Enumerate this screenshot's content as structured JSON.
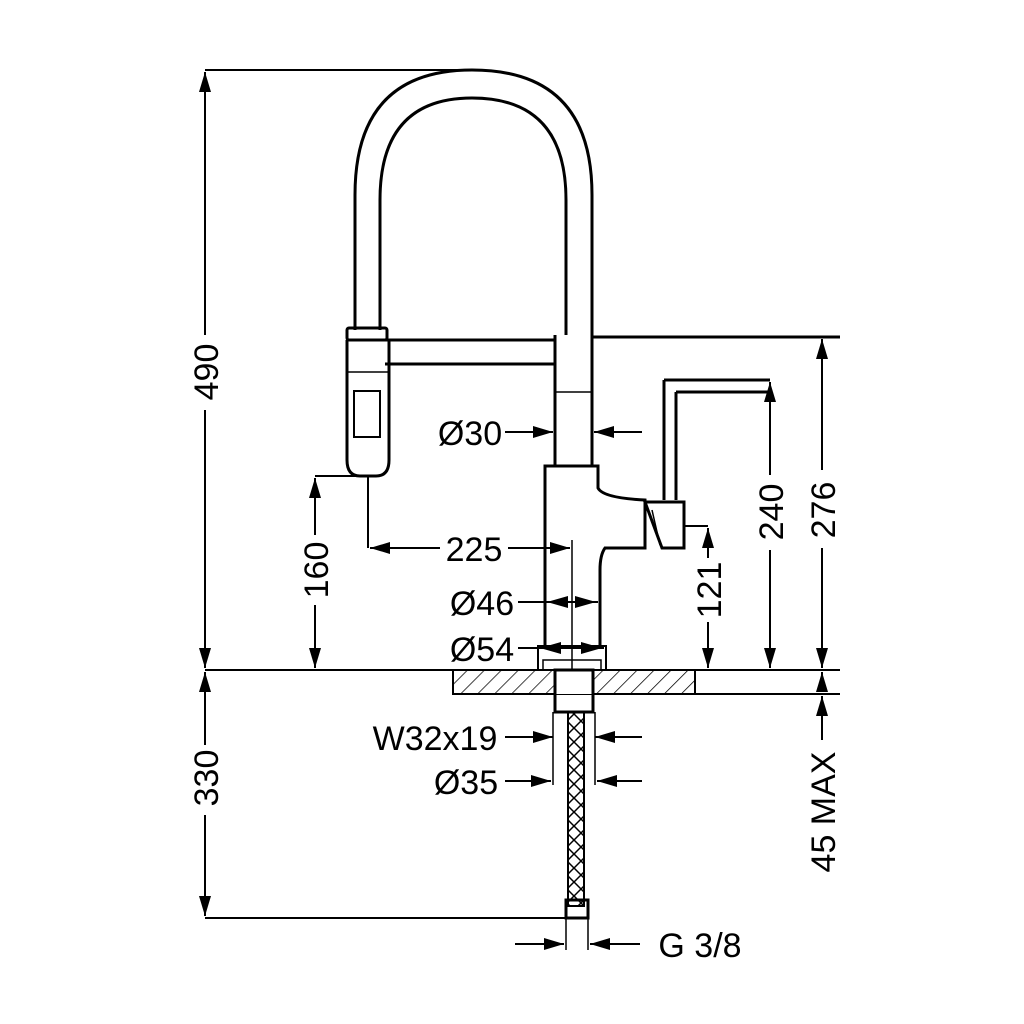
{
  "dimensions": {
    "total_height": "490",
    "below_deck": "330",
    "spray_height": "160",
    "reach": "225",
    "spout_dia": "Ø30",
    "body_dia": "Ø46",
    "base_dia": "Ø54",
    "handle_height": "240",
    "spout_joint_height": "276",
    "lever_height": "121",
    "shank_w": "W32x19",
    "shank_dia": "Ø35",
    "deck_thickness": "45 MAX",
    "connection": "G 3/8"
  },
  "colors": {
    "line": "#000000",
    "background": "#ffffff"
  }
}
